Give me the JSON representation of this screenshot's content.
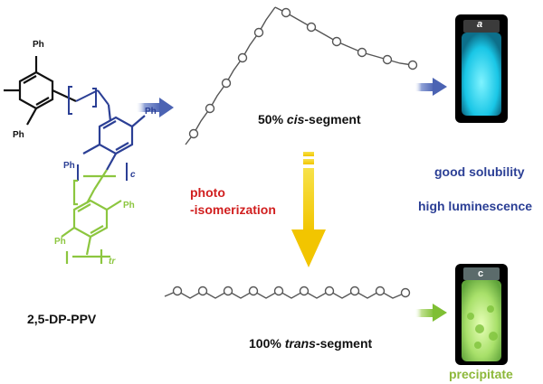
{
  "molecule": {
    "name": "2,5-DP-PPV",
    "substituent": "Ph",
    "cis_subscript": "c",
    "trans_subscript": "tr",
    "colors": {
      "black": "#111111",
      "blue": "#2b3f95",
      "green": "#8cc63f"
    }
  },
  "cis_state": {
    "label_prefix": "50% ",
    "label_italic": "cis",
    "label_suffix": "-segment",
    "vial_letter": "a",
    "glow_color": "#2fd9f0",
    "properties": [
      "good solubility",
      "high luminescence"
    ],
    "property_color": "#2b3f95"
  },
  "process": {
    "line1": "photo",
    "line2": "-isomerization",
    "color": "#d11f1f",
    "arrow_color": "#f5d800"
  },
  "trans_state": {
    "label_prefix": "100% ",
    "label_italic": "trans",
    "label_suffix": "-segment",
    "vial_letter": "c",
    "glow_color": "#a8e06a",
    "property": "precipitate",
    "property_color": "#8db83a"
  },
  "arrows": {
    "blue": "#5a6fb8",
    "green": "#8cc63f"
  }
}
